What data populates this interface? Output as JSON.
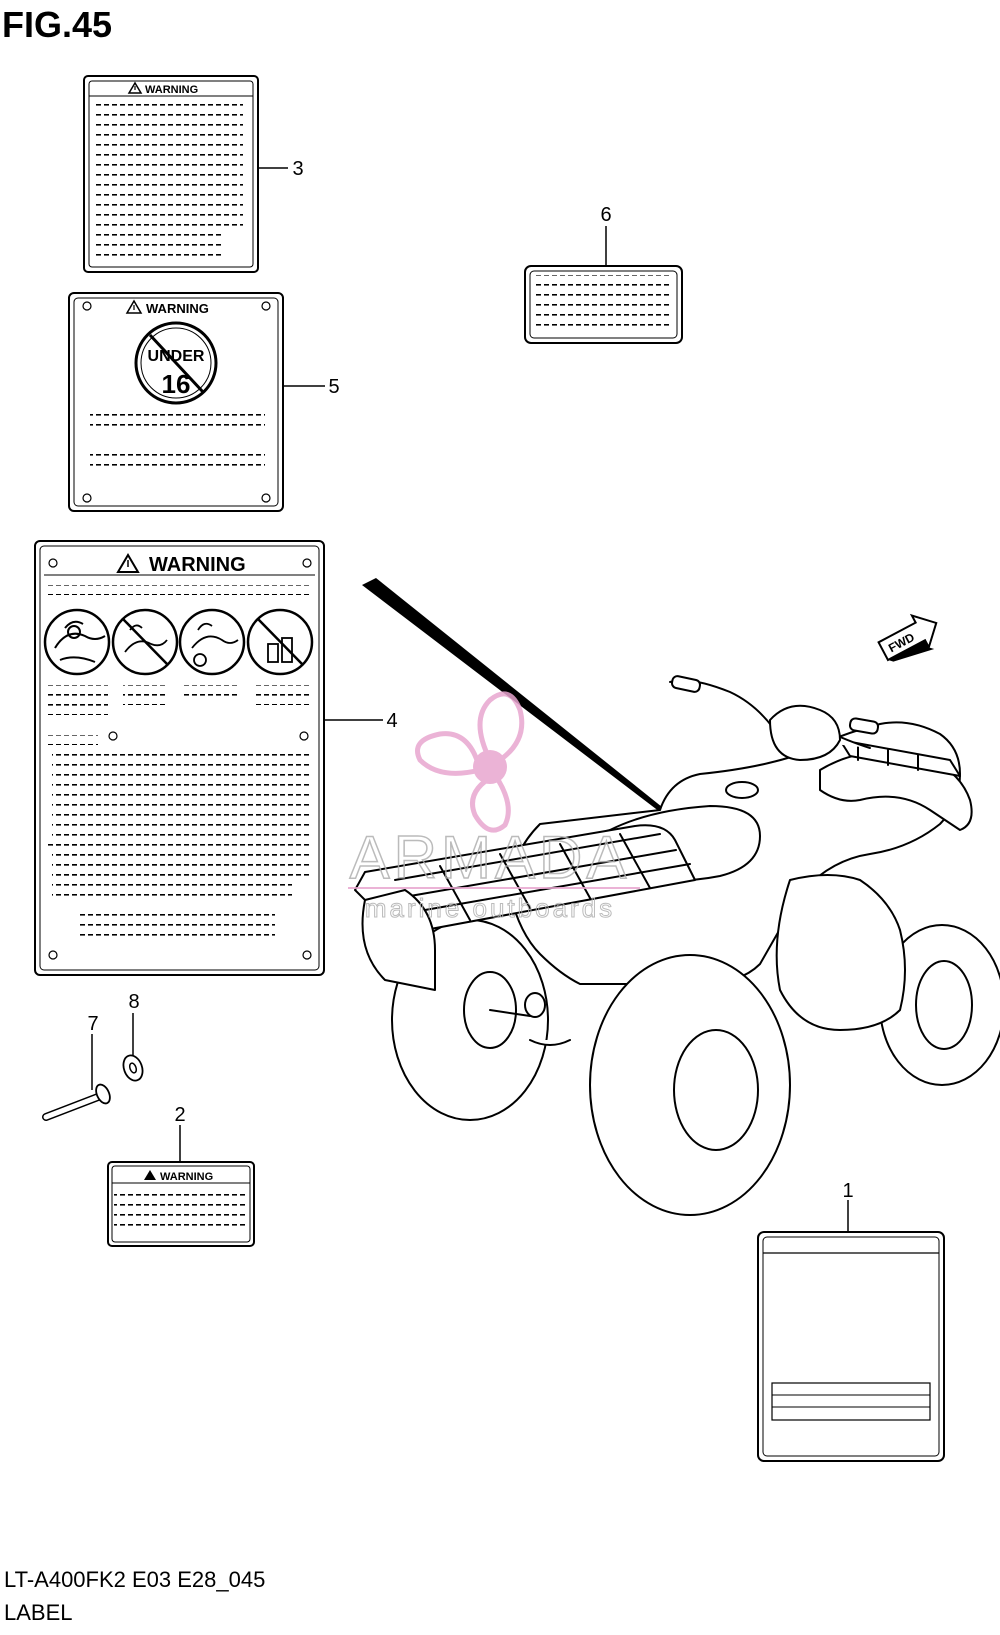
{
  "figure": {
    "title": "FIG.45",
    "model_code": "LT-A400FK2 E03 E28_045",
    "section": "LABEL"
  },
  "labels": {
    "warning_word": "WARNING",
    "under_text": "UNDER",
    "age_text": "16",
    "fwd_text": "FWD"
  },
  "callouts": [
    "1",
    "2",
    "3",
    "4",
    "5",
    "6",
    "7",
    "8"
  ],
  "watermark": {
    "brand": "ARMADA",
    "tagline": "marine outboards",
    "color": "#e8a6cf"
  },
  "colors": {
    "line": "#000000",
    "background": "#ffffff"
  }
}
